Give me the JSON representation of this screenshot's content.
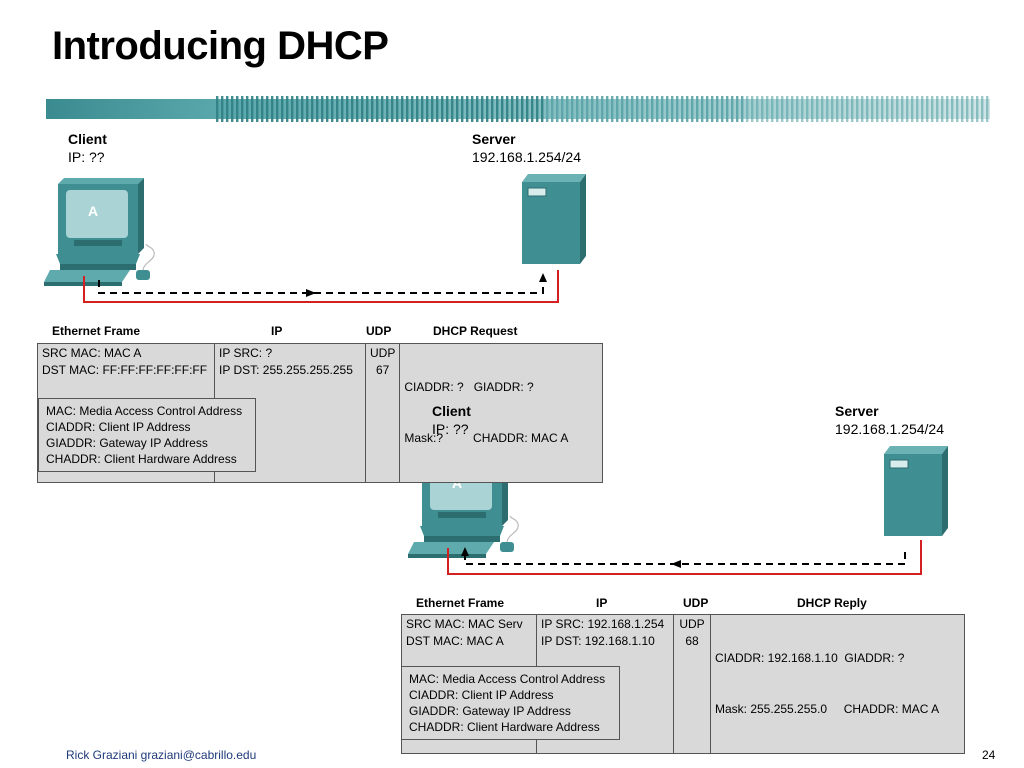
{
  "title": "Introducing DHCP",
  "request": {
    "client_label": "Client",
    "client_ip": "IP: ??",
    "server_label": "Server",
    "server_ip": "192.168.1.254/24",
    "pc_letter": "A",
    "headers": {
      "ethernet": "Ethernet Frame",
      "ip": "IP",
      "udp": "UDP",
      "dhcp": "DHCP Request"
    },
    "frame": {
      "eth": [
        "SRC MAC: MAC A",
        "DST MAC: FF:FF:FF:FF:FF:FF"
      ],
      "ip": [
        "IP SRC: ?",
        "IP DST: 255.255.255.255"
      ],
      "udp": [
        "UDP",
        "67"
      ],
      "dhcp": [
        "CIADDR: ?   GIADDR: ?",
        "Mask:?         CHADDR: MAC A"
      ]
    },
    "legend": [
      "MAC: Media Access Control Address",
      "CIADDR: Client IP Address",
      "GIADDR: Gateway IP Address",
      "CHADDR: Client Hardware Address"
    ]
  },
  "reply": {
    "client_label": "Client",
    "client_ip": "IP: ??",
    "server_label": "Server",
    "server_ip": "192.168.1.254/24",
    "pc_letter": "A",
    "headers": {
      "ethernet": "Ethernet Frame",
      "ip": "IP",
      "udp": "UDP",
      "dhcp": "DHCP Reply"
    },
    "frame": {
      "eth": [
        "SRC MAC: MAC Serv",
        "DST MAC: MAC A"
      ],
      "ip": [
        "IP SRC: 192.168.1.254",
        "IP DST: 192.168.1.10"
      ],
      "udp": [
        "UDP",
        "68"
      ],
      "dhcp": [
        "CIADDR: 192.168.1.10  GIADDR: ?",
        "Mask: 255.255.255.0     CHADDR: MAC A"
      ]
    },
    "legend": [
      "MAC: Media Access Control Address",
      "CIADDR: Client IP Address",
      "GIADDR: Gateway IP Address",
      "CHADDR: Client Hardware Address"
    ]
  },
  "footer": {
    "author": "Rick Graziani  graziani@cabrillo.edu",
    "page": "24"
  },
  "colors": {
    "teal": "#3f8e92",
    "teal_dark": "#2c6d70",
    "link_red": "#d42020",
    "banner": "#4a9a9e"
  }
}
